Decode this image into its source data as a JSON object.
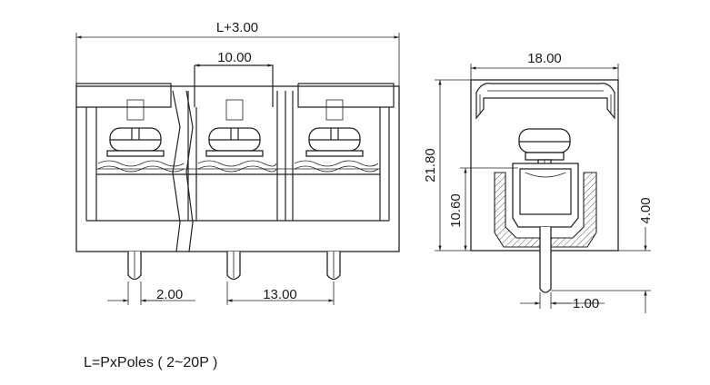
{
  "dimensions": {
    "overall_length": "L+3.00",
    "pitch_top": "10.00",
    "side_width": "18.00",
    "height_total": "21.80",
    "height_inner": "10.60",
    "pin_length": "4.00",
    "pin_offset": "2.00",
    "pitch_bottom": "13.00",
    "pin_thickness": "1.00"
  },
  "note": "L=PxPoles ( 2~20P )"
}
